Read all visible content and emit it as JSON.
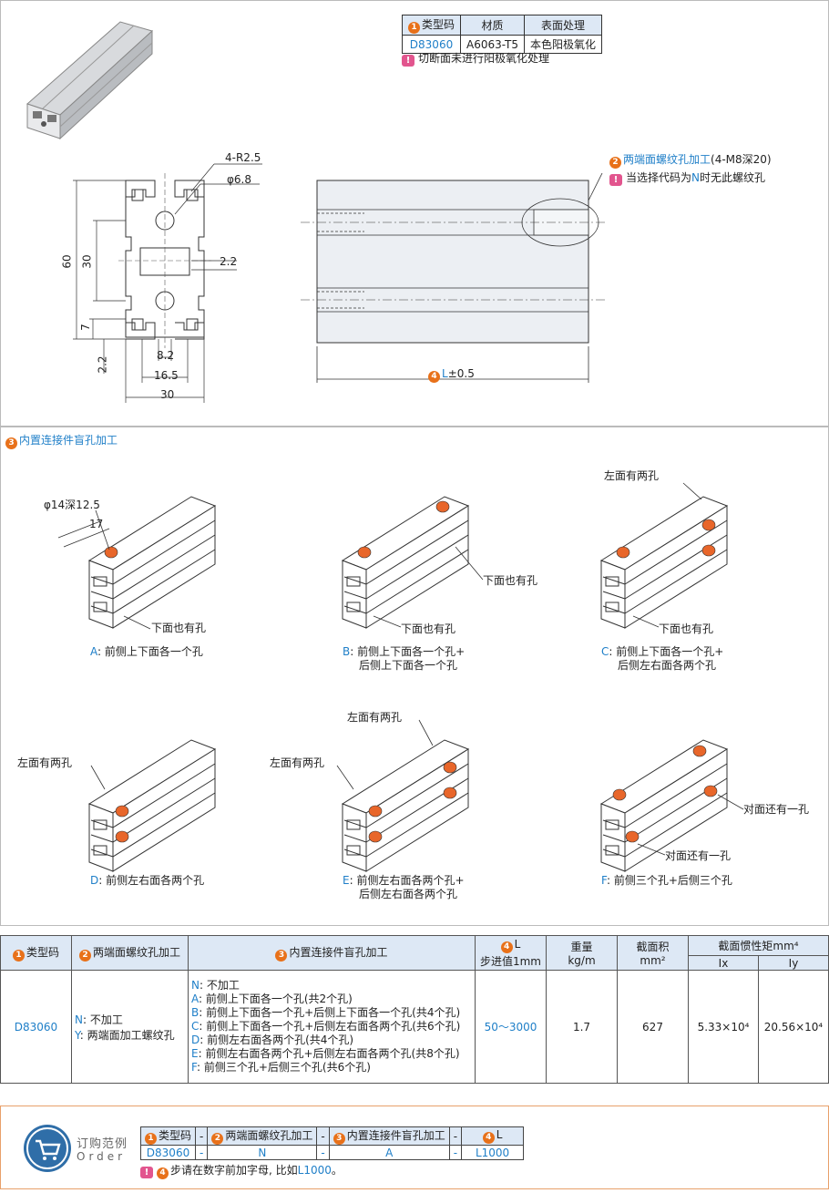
{
  "spec_table": {
    "headers": [
      "类型码",
      "材质",
      "表面处理"
    ],
    "row": [
      "D83060",
      "A6063-T5",
      "本色阳极氧化"
    ],
    "note": "切断面未进行阳极氧化处理"
  },
  "section_dims": {
    "r": "4-R2.5",
    "hole": "φ6.8",
    "h60": "60",
    "h30": "30",
    "h7": "7",
    "h22": "2.2",
    "w22": "2.2",
    "w82": "8.2",
    "w165": "16.5",
    "w30": "30"
  },
  "side_view": {
    "thread_title": "两端面螺纹孔加工",
    "thread_spec": "(4-M8深20)",
    "thread_note_a": "当选择代码为",
    "thread_note_n": "N",
    "thread_note_b": "时无此螺纹孔",
    "length_prefix": "L",
    "length_tol": "±0.5"
  },
  "blind_holes": {
    "title": "内置连接件盲孔加工",
    "dim_hole": "φ14深12.5",
    "dim_17": "17",
    "items": [
      {
        "code": "A",
        "desc1": "前侧上下面各一个孔",
        "desc2": "",
        "callouts": [
          "下面也有孔"
        ]
      },
      {
        "code": "B",
        "desc1": "前侧上下面各一个孔+",
        "desc2": "后侧上下面各一个孔",
        "callouts": [
          "下面也有孔",
          "下面也有孔"
        ]
      },
      {
        "code": "C",
        "desc1": "前侧上下面各一个孔+",
        "desc2": "后侧左右面各两个孔",
        "callouts": [
          "左面有两孔",
          "下面也有孔"
        ]
      },
      {
        "code": "D",
        "desc1": "前侧左右面各两个孔",
        "desc2": "",
        "callouts": [
          "左面有两孔"
        ]
      },
      {
        "code": "E",
        "desc1": "前侧左右面各两个孔+",
        "desc2": "后侧左右面各两个孔",
        "callouts": [
          "左面有两孔",
          "左面有两孔"
        ]
      },
      {
        "code": "F",
        "desc1": "前侧三个孔+后侧三个孔",
        "desc2": "",
        "callouts": [
          "对面还有一孔",
          "对面还有一孔"
        ]
      }
    ]
  },
  "main_table": {
    "h_type": "类型码",
    "h_thread": "两端面螺纹孔加工",
    "h_blind": "内置连接件盲孔加工",
    "h_len": "L",
    "h_len_sub": "步进值1mm",
    "h_weight": "重量",
    "h_weight_unit": "kg/m",
    "h_area": "截面积",
    "h_area_unit": "mm²",
    "h_inertia": "截面惯性矩mm⁴",
    "h_ix": "Ix",
    "h_iy": "Iy",
    "type": "D83060",
    "thread_opts": [
      "N: 不加工",
      "Y: 两端面加工螺纹孔"
    ],
    "blind_opts": [
      "N: 不加工",
      "A: 前侧上下面各一个孔(共2个孔)",
      "B: 前侧上下面各一个孔+后侧上下面各一个孔(共4个孔)",
      "C: 前侧上下面各一个孔+后侧左右面各两个孔(共6个孔)",
      "D: 前侧左右面各两个孔(共4个孔)",
      "E: 前侧左右面各两个孔+后侧左右面各两个孔(共8个孔)",
      "F: 前侧三个孔+后侧三个孔(共6个孔)"
    ],
    "len": "50～3000",
    "weight": "1.7",
    "area": "627",
    "ix": "5.33×10⁴",
    "iy": "20.56×10⁴"
  },
  "order": {
    "label_cn": "订购范例",
    "label_en": "Order",
    "headers": [
      "类型码",
      "-",
      "两端面螺纹孔加工",
      "-",
      "内置连接件盲孔加工",
      "-",
      "L"
    ],
    "values": [
      "D83060",
      "-",
      "N",
      "-",
      "A",
      "-",
      "L1000"
    ],
    "note_a": "步请在数字前加字母, 比如",
    "note_b": "L1000",
    "note_c": "。"
  },
  "colors": {
    "accent": "#e8711a",
    "blue": "#1f7fc8",
    "header_bg": "#dde8f5",
    "hole": "#e8662a"
  }
}
